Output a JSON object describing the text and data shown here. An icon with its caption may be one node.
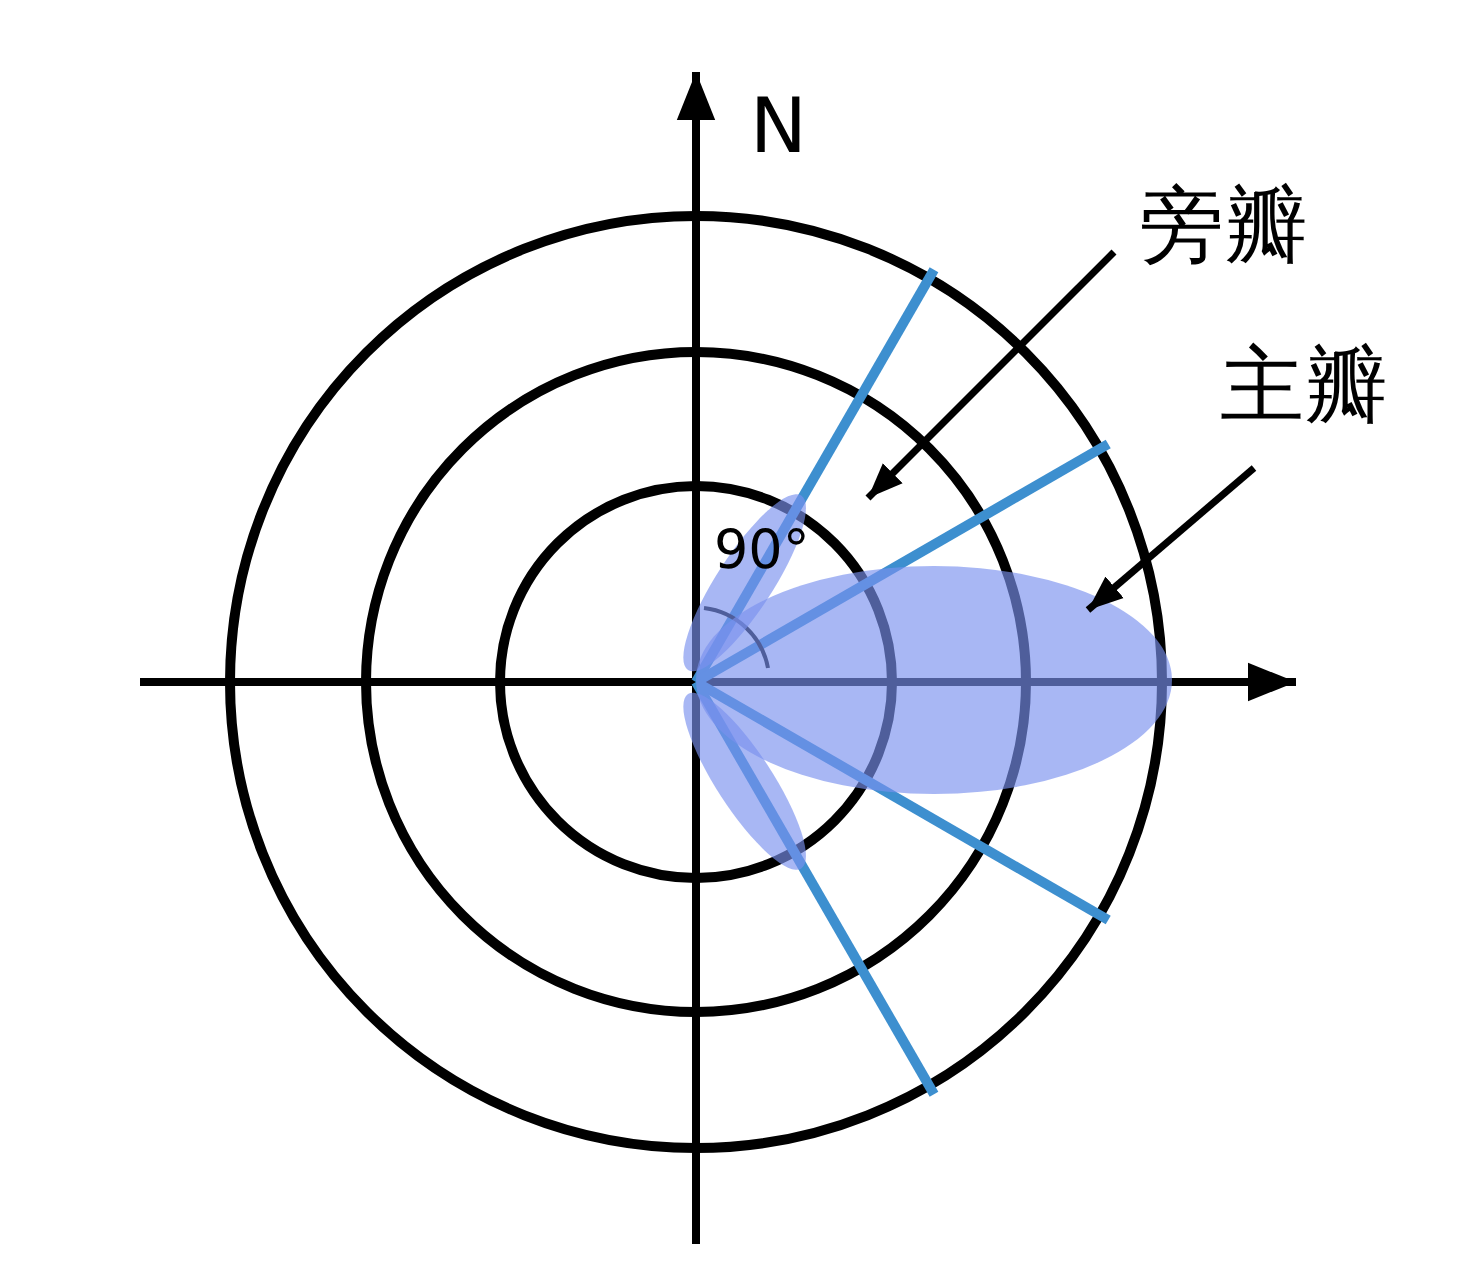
{
  "diagram": {
    "nodes": [
      {
        "text": [
          "旁瓣"
        ]
      },
      {
        "text": [],
        "shape": "ellipse"
      },
      {
        "text": [
          "主瓣"
        ]
      },
      {
        "text": [],
        "shape": "ellipse"
      },
      {
        "text": [],
        "shape": "ellipse"
      }
    ],
    "edges": [
      {
        "from": 0,
        "to": 1,
        "arrow": "to"
      },
      {
        "from": 2,
        "to": 3,
        "arrow": "to"
      }
    ],
    "labels": [
      "N",
      "90°"
    ]
  }
}
